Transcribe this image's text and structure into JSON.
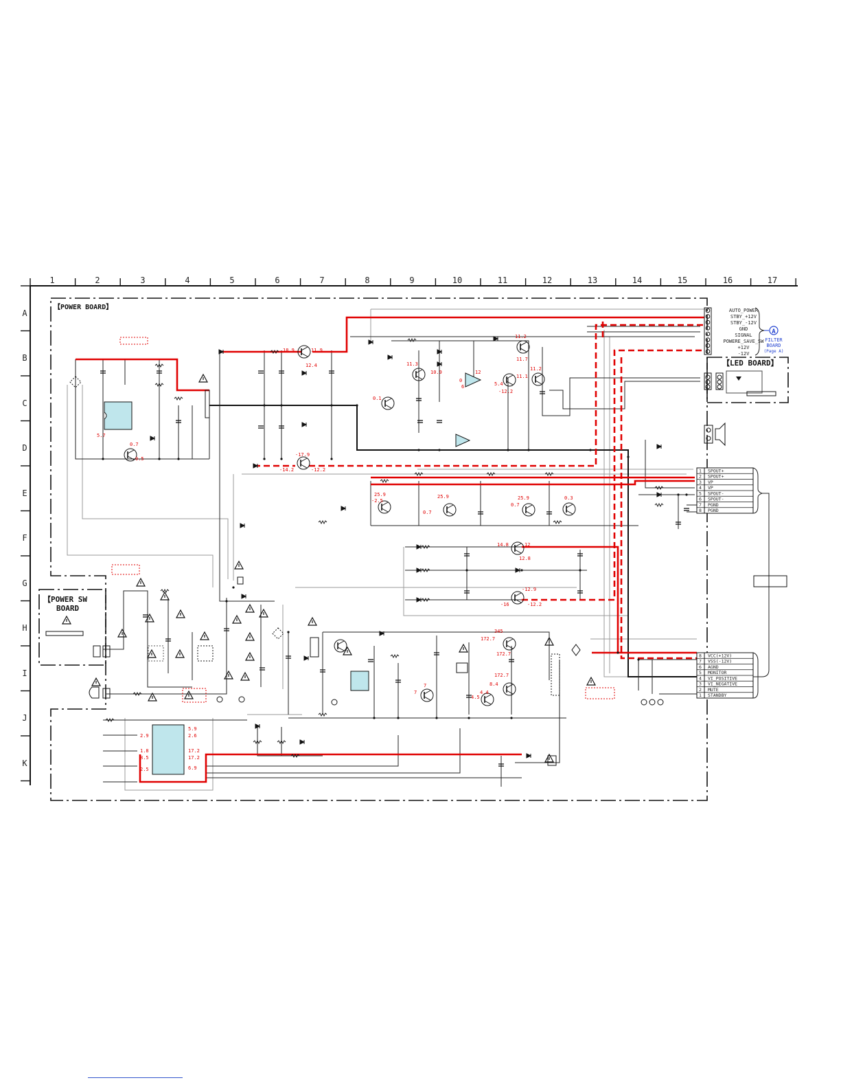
{
  "grid": {
    "columns": [
      "1",
      "2",
      "3",
      "4",
      "5",
      "6",
      "7",
      "8",
      "9",
      "10",
      "11",
      "12",
      "13",
      "14",
      "15",
      "16",
      "17"
    ],
    "rows": [
      "A",
      "B",
      "C",
      "D",
      "E",
      "F",
      "G",
      "H",
      "I",
      "J",
      "K"
    ]
  },
  "boards": {
    "power": "【POWER BOARD】",
    "power_sw_line1": "【POWER SW",
    "power_sw_line2": "BOARD",
    "led": "【LED BOARD】"
  },
  "filter_connector": {
    "pins": [
      "AUTO_POWER",
      "STBY_+12V",
      "STBY_-12V",
      "GND",
      "SIGNAL",
      "POWERE_SAVE_SW",
      "+12V",
      "-12V"
    ],
    "marker": "A",
    "target_line1": "FILTER",
    "target_line2": "BOARD",
    "target_line3": "(Page A)"
  },
  "speaker_connector": {
    "rows": [
      {
        "pin": "1",
        "name": "SPOUT+"
      },
      {
        "pin": "2",
        "name": "SPOUT+"
      },
      {
        "pin": "3",
        "name": "VP"
      },
      {
        "pin": "4",
        "name": "VP"
      },
      {
        "pin": "5",
        "name": "SPOUT-"
      },
      {
        "pin": "6",
        "name": "SPOUT-"
      },
      {
        "pin": "7",
        "name": "PGND"
      },
      {
        "pin": "8",
        "name": "PGND"
      }
    ]
  },
  "amp_connector": {
    "rows": [
      {
        "pin": "8",
        "name": "VCC(+12V)"
      },
      {
        "pin": "7",
        "name": "VSS(-12V)"
      },
      {
        "pin": "6",
        "name": "AGND"
      },
      {
        "pin": "5",
        "name": "MONITOR"
      },
      {
        "pin": "4",
        "name": "VI_POSITIVE"
      },
      {
        "pin": "3",
        "name": "VI_NEGATIVE"
      },
      {
        "pin": "2",
        "name": "MUTE"
      },
      {
        "pin": "1",
        "name": "STANDBY"
      }
    ]
  },
  "voltages": [
    {
      "id": "v1",
      "text": "18.9"
    },
    {
      "id": "v2",
      "text": "11.9"
    },
    {
      "id": "v3",
      "text": "12.4"
    },
    {
      "id": "v4",
      "text": "11.2"
    },
    {
      "id": "v5",
      "text": "11.7"
    },
    {
      "id": "v6",
      "text": "11.3"
    },
    {
      "id": "v7",
      "text": "10.9"
    },
    {
      "id": "v8",
      "text": "12"
    },
    {
      "id": "v9",
      "text": "11.1"
    },
    {
      "id": "v10",
      "text": "11.2"
    },
    {
      "id": "v11",
      "text": "5.4"
    },
    {
      "id": "v12",
      "text": "-12.2"
    },
    {
      "id": "v13",
      "text": "0"
    },
    {
      "id": "v14",
      "text": "6"
    },
    {
      "id": "v15",
      "text": "0.1"
    },
    {
      "id": "v16",
      "text": "5.7"
    },
    {
      "id": "v17",
      "text": "0.7"
    },
    {
      "id": "v18",
      "text": "0.5"
    },
    {
      "id": "v19",
      "text": "-17.9"
    },
    {
      "id": "v20",
      "text": "-14.2"
    },
    {
      "id": "v21",
      "text": "-12.2"
    },
    {
      "id": "v22",
      "text": "25.9"
    },
    {
      "id": "v23",
      "text": "-2.5"
    },
    {
      "id": "v24",
      "text": "25.9"
    },
    {
      "id": "v25",
      "text": "0.7"
    },
    {
      "id": "v26",
      "text": "25.9"
    },
    {
      "id": "v27",
      "text": "0.7"
    },
    {
      "id": "v28",
      "text": "0.3"
    },
    {
      "id": "v29",
      "text": "14.8"
    },
    {
      "id": "v30",
      "text": "12"
    },
    {
      "id": "v31",
      "text": "12.8"
    },
    {
      "id": "v32",
      "text": "-12.9"
    },
    {
      "id": "v33",
      "text": "-16"
    },
    {
      "id": "v34",
      "text": "-12.2"
    },
    {
      "id": "v35",
      "text": "345"
    },
    {
      "id": "v36",
      "text": "172.7"
    },
    {
      "id": "v37",
      "text": "172.7"
    },
    {
      "id": "v38",
      "text": "172.7"
    },
    {
      "id": "v39",
      "text": "7"
    },
    {
      "id": "v40",
      "text": "7"
    },
    {
      "id": "v41",
      "text": "4.4"
    },
    {
      "id": "v42",
      "text": "4.5"
    },
    {
      "id": "v43",
      "text": "8.4"
    },
    {
      "id": "v44",
      "text": "5.9"
    },
    {
      "id": "v45",
      "text": "2.6"
    },
    {
      "id": "v46",
      "text": "17.2"
    },
    {
      "id": "v47",
      "text": "17.2"
    },
    {
      "id": "v48",
      "text": "6.9"
    },
    {
      "id": "v49",
      "text": "2.9"
    },
    {
      "id": "v50",
      "text": "1.8"
    },
    {
      "id": "v51",
      "text": "8.5"
    },
    {
      "id": "v52",
      "text": "2.5"
    }
  ],
  "colors": {
    "line": "#222222",
    "highlight": "#e00000",
    "link": "#1f3fd0",
    "ic_fill": "#bfe6ec"
  }
}
